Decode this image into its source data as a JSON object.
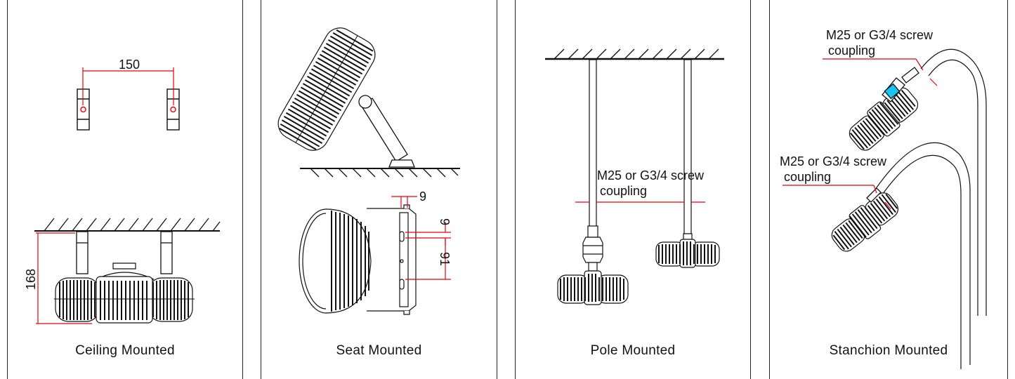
{
  "panels": [
    {
      "caption": "Ceiling Mounted",
      "dim_width": "150",
      "dim_height": "168"
    },
    {
      "caption": "Seat Mounted",
      "dim_top": "9",
      "dim_side_small": "9",
      "dim_side_large": "91"
    },
    {
      "caption": "Pole Mounted",
      "coupling_line1": "M25 or G3/4 screw",
      "coupling_line2": "coupling"
    },
    {
      "caption": "Stanchion  Mounted",
      "coupling_a_line1": "M25 or G3/4 screw",
      "coupling_a_line2": "coupling",
      "coupling_b_line1": "M25 or G3/4 screw",
      "coupling_b_line2": "coupling"
    }
  ],
  "colors": {
    "dimension": "#e8000b",
    "line": "#111111",
    "accent": "#17c6f0"
  }
}
